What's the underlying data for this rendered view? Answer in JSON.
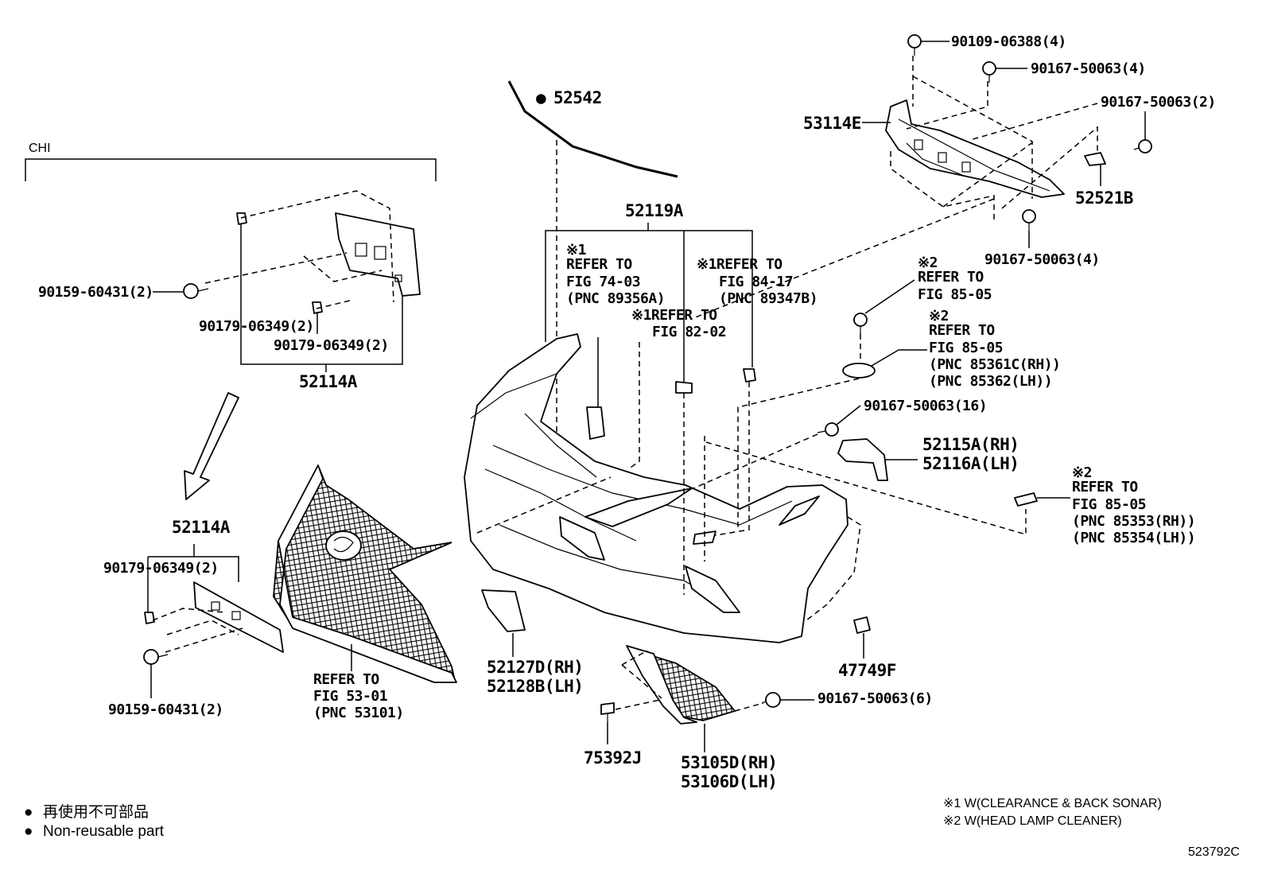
{
  "diagram": {
    "figure_code": "523792C",
    "group_label": "CHI",
    "callouts": {
      "p52542": "52542",
      "p53114E": "53114E",
      "p90109_06388": "90109-06388(4)",
      "p90167_50063_4a": "90167-50063(4)",
      "p90167_50063_2": "90167-50063(2)",
      "p52521B": "52521B",
      "p90167_50063_4b": "90167-50063(4)",
      "p52119A": "52119A",
      "p90159_60431_a": "90159-60431(2)",
      "p90179_06349_a": "90179-06349(2)",
      "p90179_06349_b": "90179-06349(2)",
      "p52114A_a": "52114A",
      "p52114A_b": "52114A",
      "p90179_06349_c": "90179-06349(2)",
      "p90159_60431_b": "90159-60431(2)",
      "p90167_50063_16": "90167-50063(16)",
      "p52115A": "52115A(RH)",
      "p52116A": "52116A(LH)",
      "p47749F": "47749F",
      "p52127D": "52127D(RH)",
      "p52128B": "52128B(LH)",
      "p90167_50063_6": "90167-50063(6)",
      "p75392J": "75392J",
      "p53105D": "53105D(RH)",
      "p53106D": "53106D(LH)"
    },
    "refs": {
      "r1": [
        "※1",
        "REFER TO",
        "FIG 74-03",
        "(PNC 89356A)"
      ],
      "r2": [
        "※1REFER TO",
        "FIG 84-17",
        "(PNC 89347B)"
      ],
      "r3": [
        "※1REFER TO",
        "FIG 82-02"
      ],
      "r4": [
        "※2",
        "REFER TO",
        "FIG 85-05"
      ],
      "r5": [
        "※2",
        "REFER TO",
        "FIG 85-05",
        "(PNC 85361C(RH))",
        "(PNC 85362(LH))"
      ],
      "r6": [
        "※2",
        "REFER TO",
        "FIG 85-05",
        "(PNC 85353(RH))",
        "(PNC 85354(LH))"
      ],
      "r7": [
        "REFER TO",
        "FIG 53-01",
        "(PNC 53101)"
      ]
    },
    "legend": {
      "bullet": "●",
      "jp": "再使用不可部品",
      "en": "Non-reusable part"
    },
    "notes": {
      "n1": "※1 W(CLEARANCE & BACK SONAR)",
      "n2": "※2 W(HEAD LAMP CLEANER)"
    }
  }
}
